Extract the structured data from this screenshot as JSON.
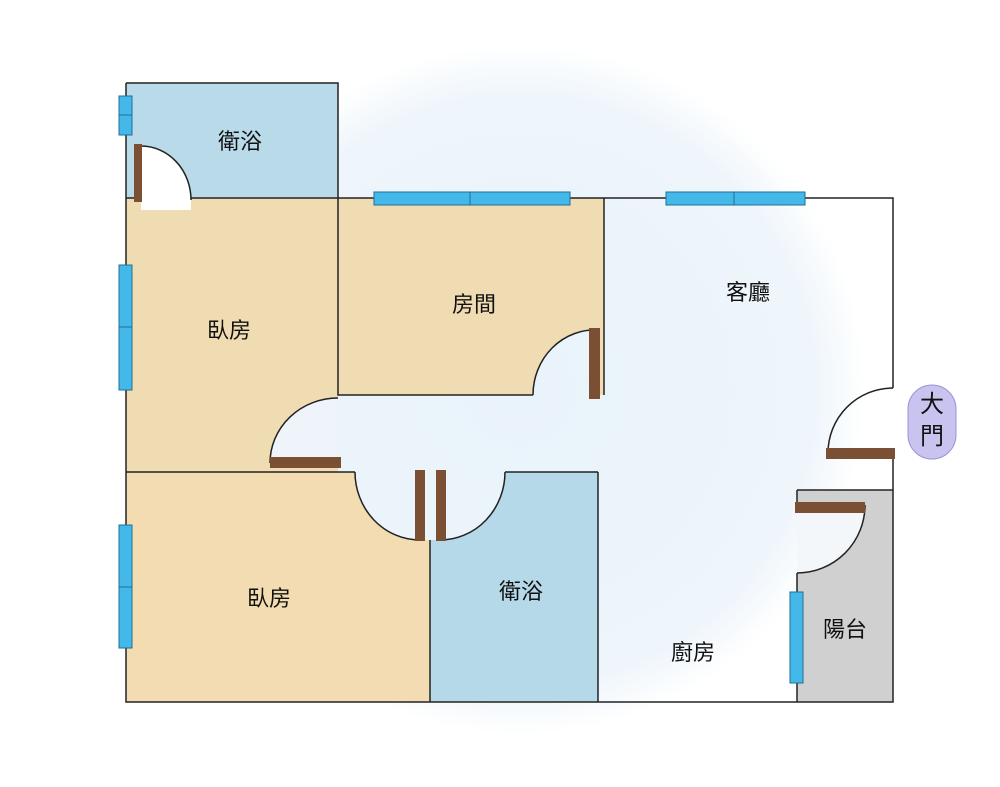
{
  "title": "Floor plan",
  "rooms": {
    "bath_top": "衛浴",
    "bedroom_top": "臥房",
    "room": "房間",
    "living": "客廳",
    "bedroom_bottom": "臥房",
    "bath_bottom": "衛浴",
    "kitchen": "廚房",
    "balcony": "陽台"
  },
  "entrance": {
    "line1": "大",
    "line2": "門"
  },
  "colors": {
    "bath": "#b7dbea",
    "bedroom": "#f3ddb4",
    "balcony": "#cfcfcf",
    "window": "#45b8ea",
    "door": "#7a4f34",
    "entrance": "#c9c3ef"
  }
}
